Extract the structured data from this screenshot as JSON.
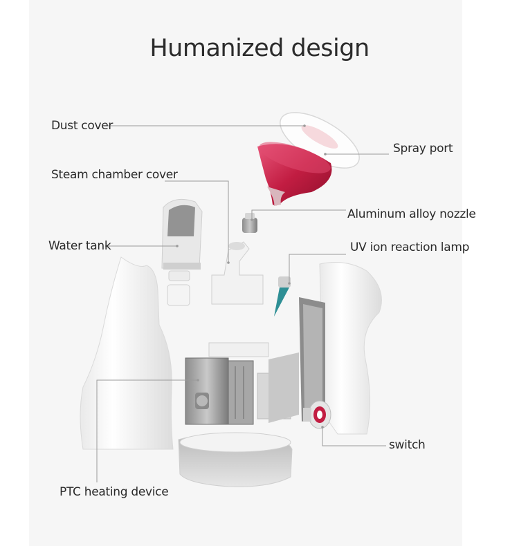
{
  "title": "Humanized design",
  "labels": {
    "dust_cover": "Dust cover",
    "spray_port": "Spray port",
    "steam_chamber_cover": "Steam chamber cover",
    "aluminum_alloy_nozzle": "Aluminum alloy nozzle",
    "water_tank": "Water tank",
    "uv_ion_reaction_lamp": "UV ion reaction lamp",
    "switch": "switch",
    "ptc_heating_device": "PTC heating device"
  },
  "colors": {
    "accent_red": "#c21d42",
    "leader_line": "#9a9a9a",
    "uv_lamp": "#2e8f95"
  }
}
